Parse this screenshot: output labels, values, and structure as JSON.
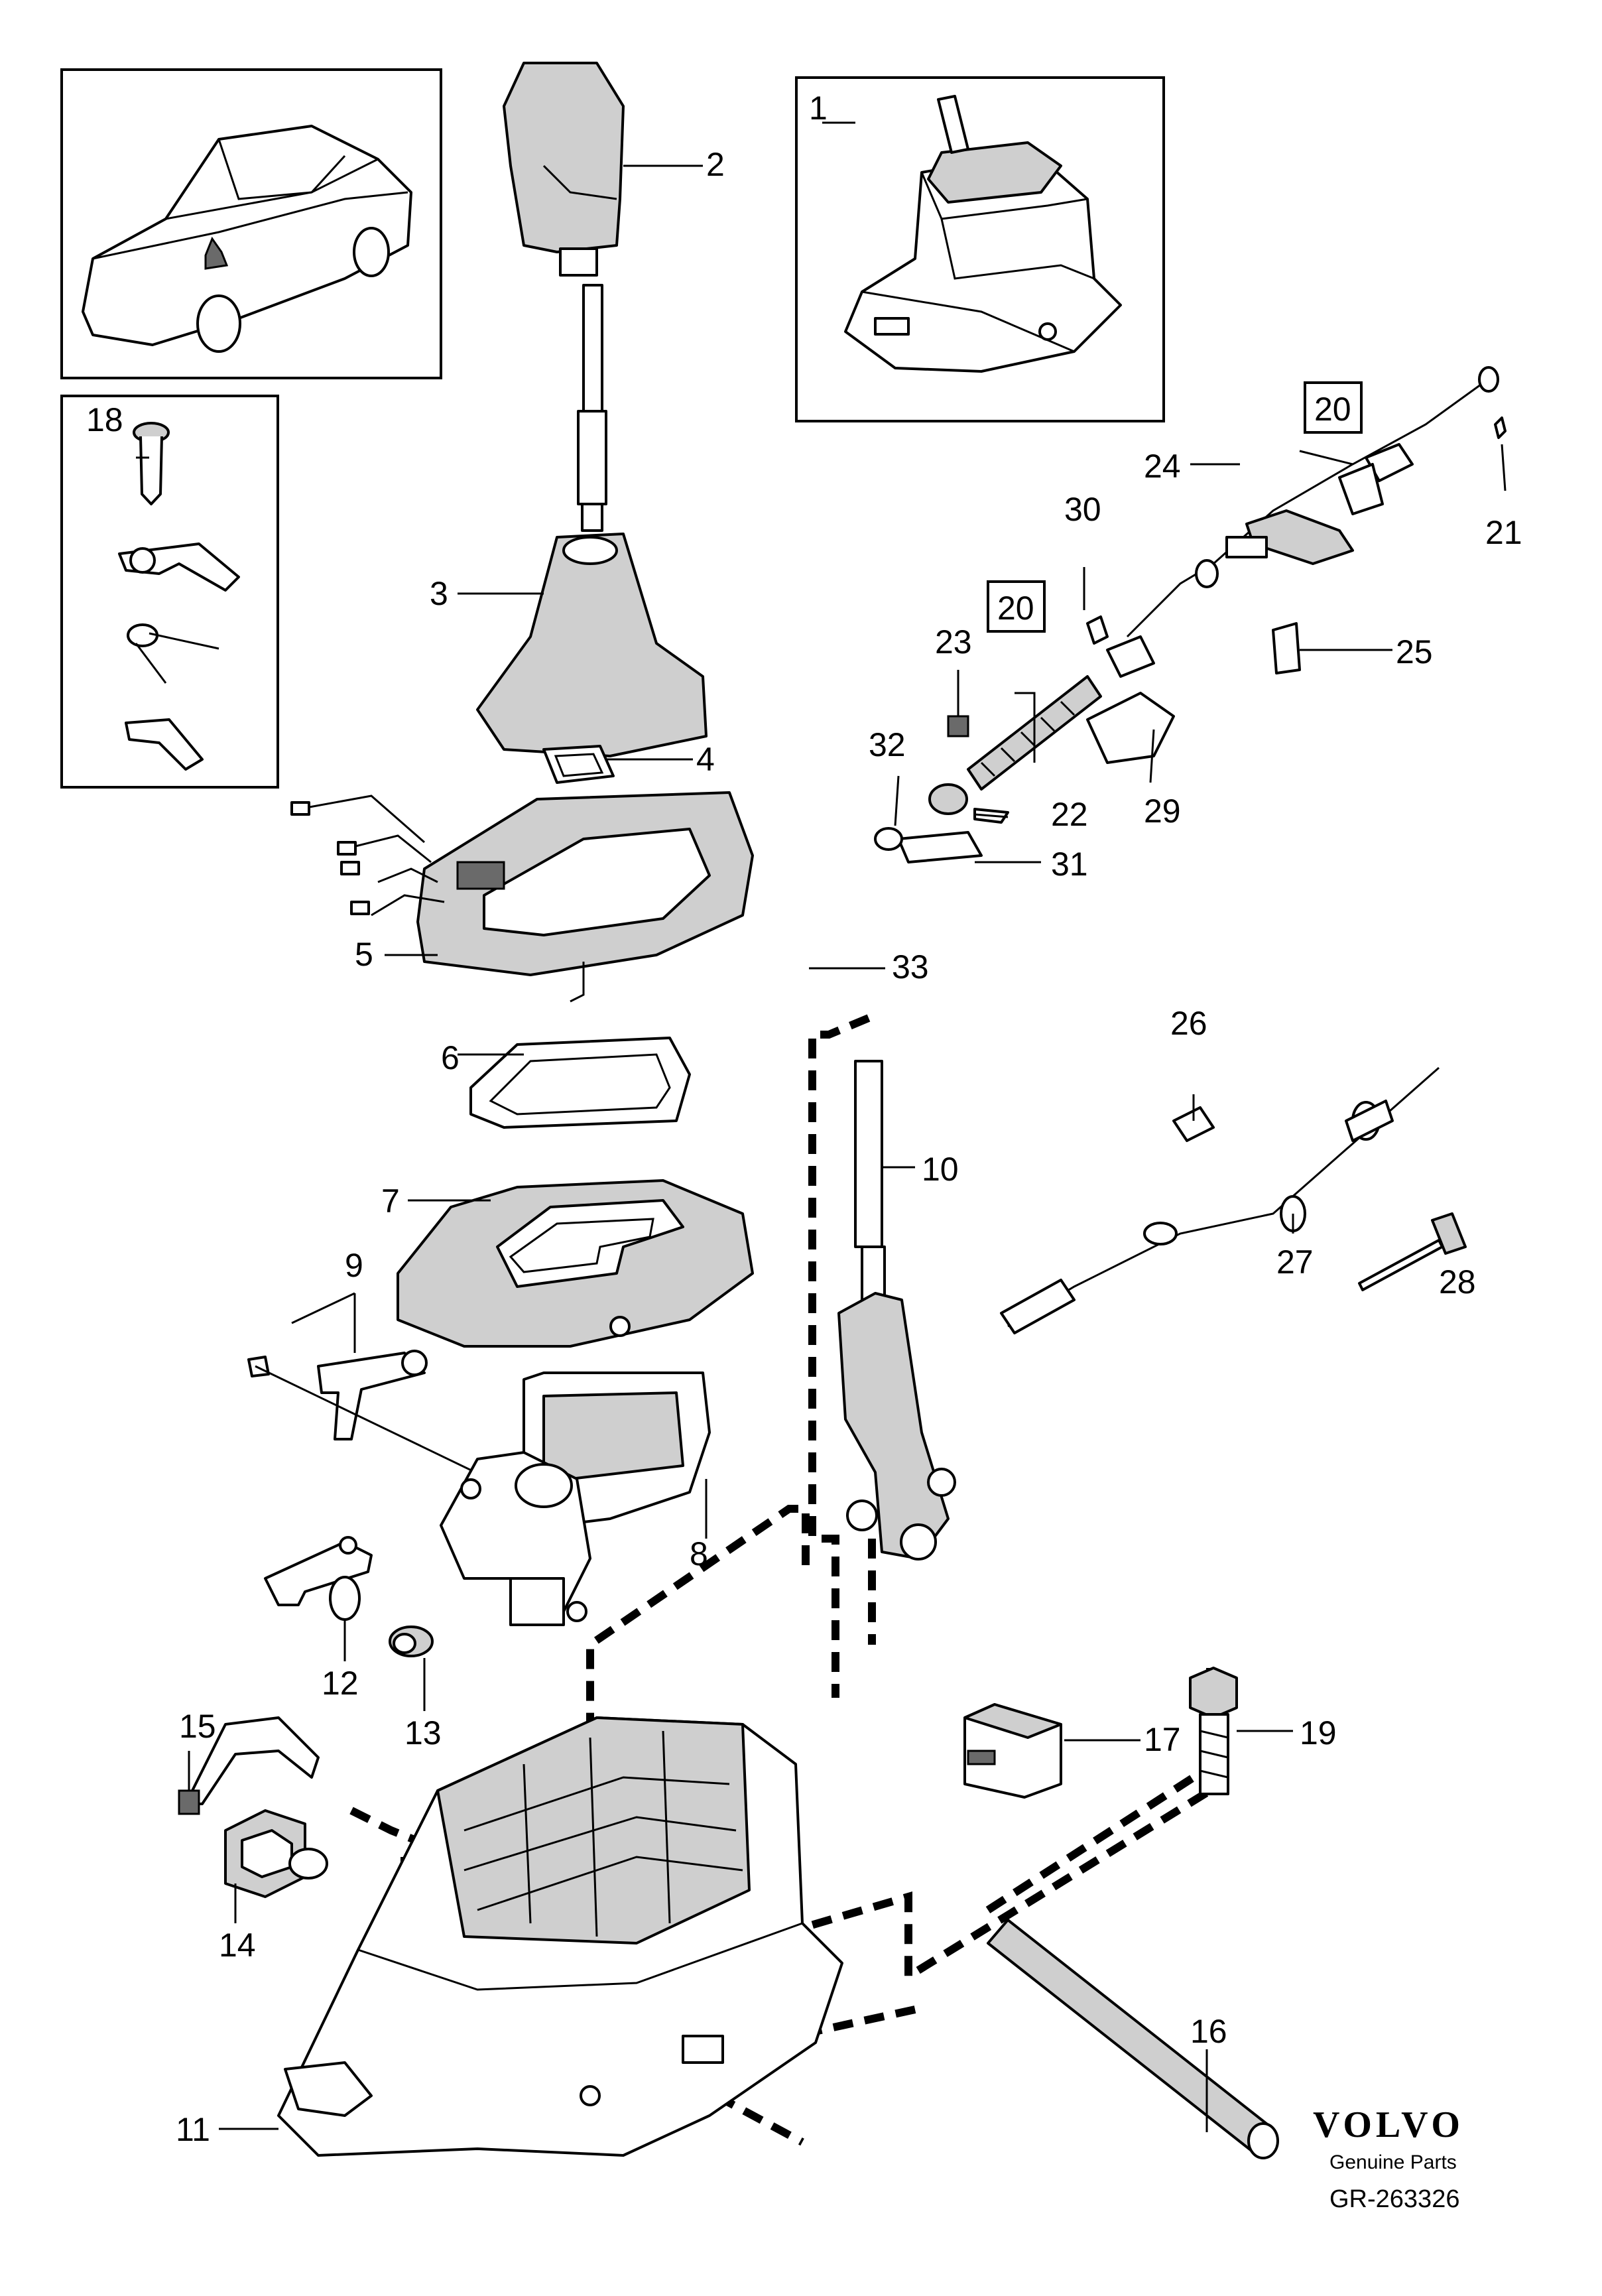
{
  "diagram": {
    "callouts": [
      "1",
      "2",
      "3",
      "4",
      "5",
      "6",
      "7",
      "8",
      "9",
      "10",
      "11",
      "12",
      "13",
      "14",
      "15",
      "16",
      "17",
      "18",
      "19",
      "20",
      "20",
      "21",
      "22",
      "23",
      "24",
      "25",
      "26",
      "27",
      "28",
      "29",
      "30",
      "31",
      "32",
      "33"
    ]
  },
  "branding": {
    "brand": "VOLVO",
    "tagline": "Genuine Parts",
    "code": "GR-263326"
  }
}
